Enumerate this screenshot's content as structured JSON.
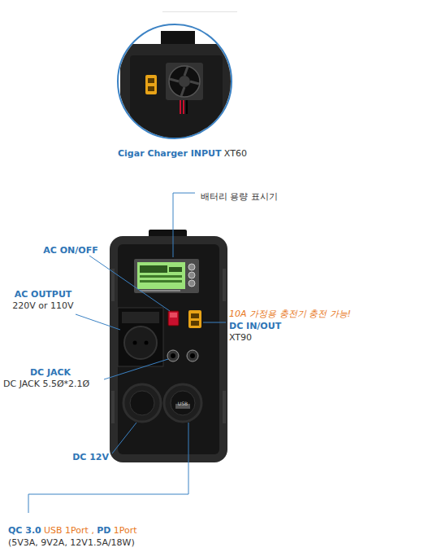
{
  "diagram": {
    "labels": [
      "Cigar Charger INPUT",
      "XT60",
      "배터리 용량 표시기",
      "AC ON/OFF",
      "AC OUTPUT",
      "220V or 110V",
      "10A 가정용 충전기 충전 가능!",
      "DC IN/OUT",
      "XT90",
      "DC JACK",
      "DC JACK 5.5Ø*2.1Ø",
      "DC 12V",
      "USB",
      "QC 3.0",
      "USB 1Port ,",
      "PD",
      "1Port",
      "(5V3A, 9V2A, 12V1.5A/18W)"
    ]
  }
}
